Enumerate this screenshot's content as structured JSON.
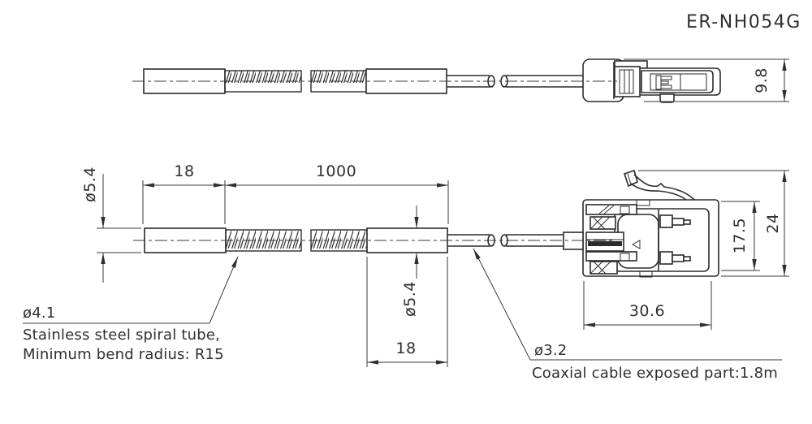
{
  "title": "ER-NH054G",
  "colors": {
    "line": "#2b2b2b",
    "dim_line": "#3a3a3a",
    "text": "#2f2f2f",
    "background": "#ffffff"
  },
  "top_view": {
    "connector_height_dim": "9.8"
  },
  "bottom_view": {
    "head_diameter_dim": "ø5.4",
    "head_length_dim": "18",
    "tube_length_dim": "1000",
    "sleeve_diameter_dim": "ø5.4",
    "sleeve_length_dim": "18",
    "connector_inner_height_dim": "17.5",
    "connector_overall_height_dim": "24",
    "connector_width_dim": "30.6"
  },
  "notes": {
    "spiral_diameter": "ø4.1",
    "spiral_line1": "Stainless steel spiral tube,",
    "spiral_line2": "Minimum bend radius: R15",
    "cable_diameter": "ø3.2",
    "cable_note": "Coaxial cable exposed part:1.8m"
  }
}
